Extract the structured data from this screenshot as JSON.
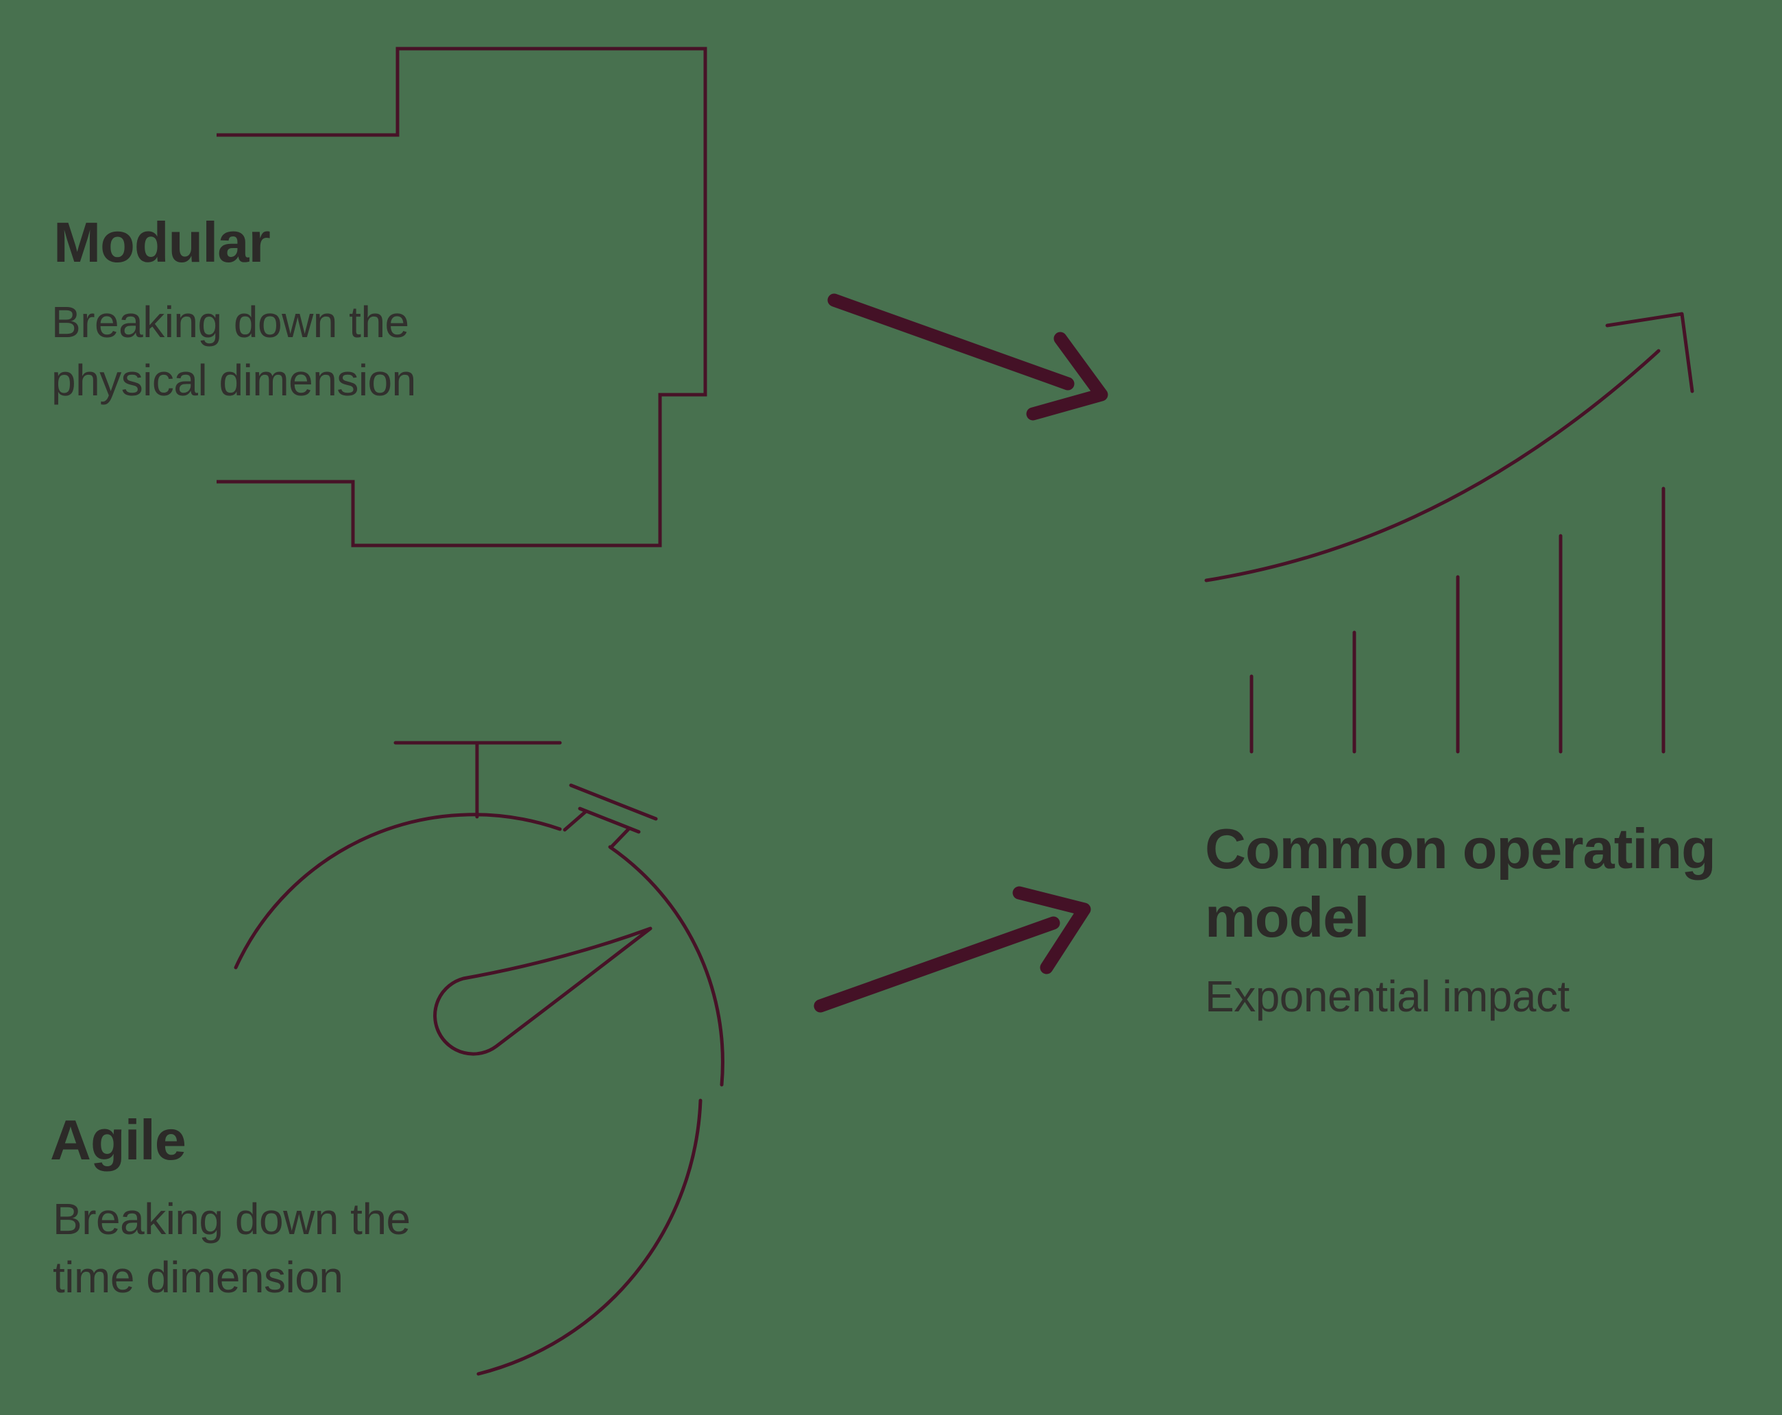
{
  "colors": {
    "background": "#48714F",
    "line_art": "#471227",
    "arrow": "#441126",
    "title_text": "#2C2A28",
    "subtitle_text": "#31302D"
  },
  "modular": {
    "title": "Modular",
    "subtitle": [
      "Breaking down the",
      "physical dimension"
    ],
    "icon": "module-outline-icon"
  },
  "agile": {
    "title": "Agile",
    "subtitle": [
      "Breaking down the",
      "time dimension"
    ],
    "icon": "stopwatch-icon"
  },
  "outcome": {
    "title": [
      "Common operating",
      "model"
    ],
    "subtitle": "Exponential impact",
    "icon": "growth-chart-icon"
  },
  "flow": {
    "top_arrow": "arrow-down-right-icon",
    "bottom_arrow": "arrow-up-right-icon"
  }
}
